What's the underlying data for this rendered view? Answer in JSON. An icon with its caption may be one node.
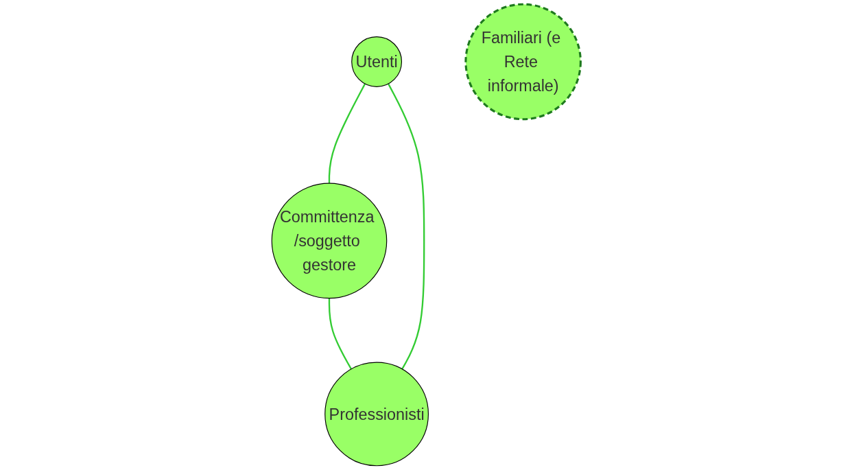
{
  "diagram": {
    "nodes": [
      {
        "text": [
          "Utenti"
        ]
      },
      {
        "text": [
          "Familiari (e Rete informale)"
        ]
      },
      {
        "text": [
          "Committenza /soggetto gestore"
        ]
      },
      {
        "text": [
          "Professionisti"
        ]
      }
    ],
    "edges": [
      {
        "from": 0,
        "to": 2,
        "arrow": "none"
      },
      {
        "from": 2,
        "to": 3,
        "arrow": "none"
      },
      {
        "from": 3,
        "to": 0,
        "arrow": "none"
      }
    ]
  }
}
